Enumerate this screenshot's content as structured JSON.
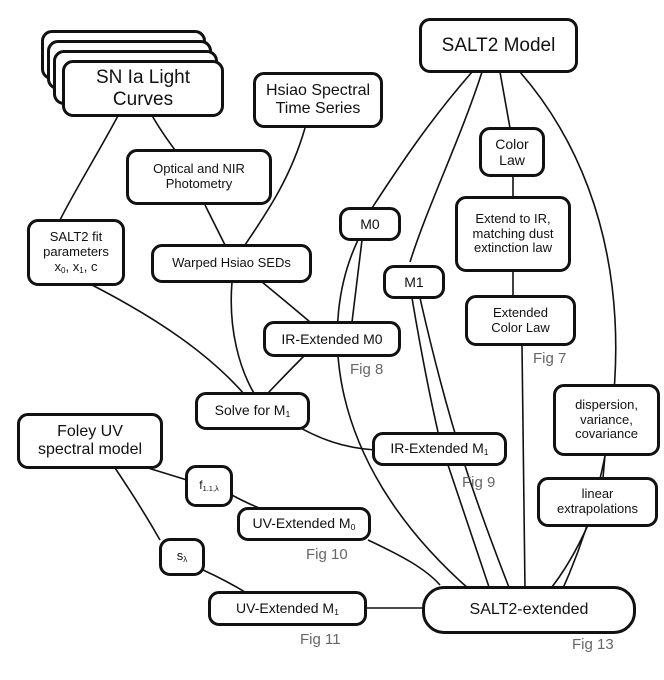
{
  "nodes": {
    "sn_light_curves": "SN Ia Light\nCurves",
    "hsiao_series": "Hsiao Spectral\nTime Series",
    "salt2_model": "SALT2 Model",
    "color_law": "Color\nLaw",
    "optical_nir": "Optical and NIR\nPhotometry",
    "extend_ir": "Extend to IR,\nmatching dust\nextinction law",
    "m0": "M0",
    "salt2_fit": "SALT2 fit\nparameters",
    "salt2_fit_params": [
      "x",
      "0",
      ", x",
      "1",
      ", c"
    ],
    "warped_hsiao": "Warped Hsiao SEDs",
    "m1": "M1",
    "extended_color_law": "Extended\nColor Law",
    "ir_extended_m0": "IR-Extended M0",
    "solve_m1": [
      "Solve for M",
      "1"
    ],
    "dispersion": "dispersion,\nvariance,\ncovariance",
    "foley_uv": "Foley UV\nspectral model",
    "ir_extended_m1": [
      "IR-Extended M",
      "1"
    ],
    "f_term": [
      "f",
      "1.1,λ"
    ],
    "linear_extrap": "linear\nextrapolations",
    "uv_extended_m0": [
      "UV-Extended M",
      "0"
    ],
    "s_lambda": [
      "s",
      "λ"
    ],
    "uv_extended_m1": [
      "UV-Extended M",
      "1"
    ],
    "salt2_extended": "SALT2-extended"
  },
  "captions": {
    "fig7": "Fig 7",
    "fig8": "Fig 8",
    "fig9": "Fig 9",
    "fig10": "Fig 10",
    "fig11": "Fig 11",
    "fig13": "Fig 13"
  },
  "colors": {
    "stroke": "#111111",
    "caption": "#666666"
  }
}
